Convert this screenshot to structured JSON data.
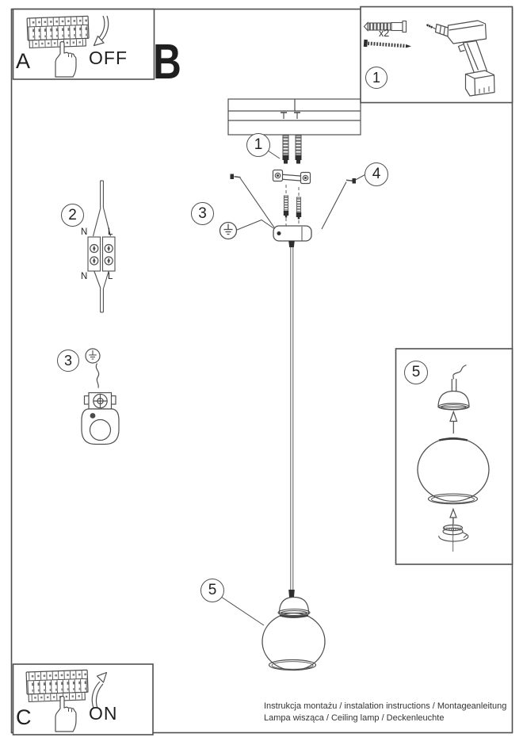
{
  "document": {
    "type": "installation instruction sheet",
    "section_label": "B",
    "footer": {
      "line1": "Instrukcja montażu / instalation instructions / Montageanleitung",
      "line2": "Lampa wisząca / Ceiling lamp / Deckenleuchte"
    }
  },
  "panel_a": {
    "label": "A",
    "action": "OFF"
  },
  "panel_c": {
    "label": "C",
    "action": "ON"
  },
  "kit": {
    "step": "1",
    "anchor_count": "x2"
  },
  "shade_box": {
    "step": "5"
  },
  "callouts": {
    "mount_step": "1",
    "screws_step": "4",
    "ground_step": "3",
    "wiring_step": "2",
    "ground_detail_step": "3",
    "shade_step": "5"
  },
  "wiring": {
    "n_in": "N",
    "l_in": "L",
    "n_out": "N",
    "l_out": "L"
  },
  "icons": [
    "breaker-panel",
    "pointing-hand",
    "curved-arrow-down",
    "curved-arrow-up",
    "wall-anchor",
    "screw",
    "drill",
    "ceiling-slab",
    "wall-plug",
    "mounting-bracket",
    "canopy",
    "ground-symbol",
    "terminal-block",
    "ground-terminal",
    "pendant-lamp",
    "lamp-holder",
    "glass-shade",
    "retaining-ring",
    "rotation-arrow"
  ],
  "colors": {
    "line": "#4f4f4f",
    "dark_fill": "#2e2e2e",
    "text": "#1f1f1f",
    "background": "#ffffff"
  }
}
